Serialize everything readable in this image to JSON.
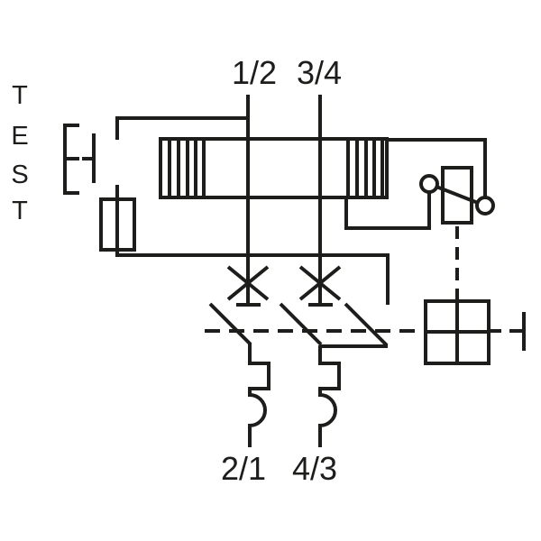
{
  "diagram": {
    "type": "electrical-schematic",
    "description": "Residual current circuit breaker with overcurrent protection - internal wiring diagram",
    "colors": {
      "background": "#ffffff",
      "line": "#1d1d1b"
    },
    "test_label": {
      "text": "TEST",
      "letters": [
        "T",
        "E",
        "S",
        "T"
      ]
    },
    "terminals": {
      "top_left": "1/2",
      "top_right": "3/4",
      "bottom_left": "2/1",
      "bottom_right": "4/3"
    },
    "symbols": [
      "test-button-contact",
      "test-resistor",
      "residual-current-transformer",
      "trip-relay-contact",
      "pole-contact-cross",
      "breaker-blade-contact",
      "thermal-magnetic-release",
      "operating-mechanism",
      "manual-handle",
      "mechanical-linkage-dashed"
    ]
  }
}
